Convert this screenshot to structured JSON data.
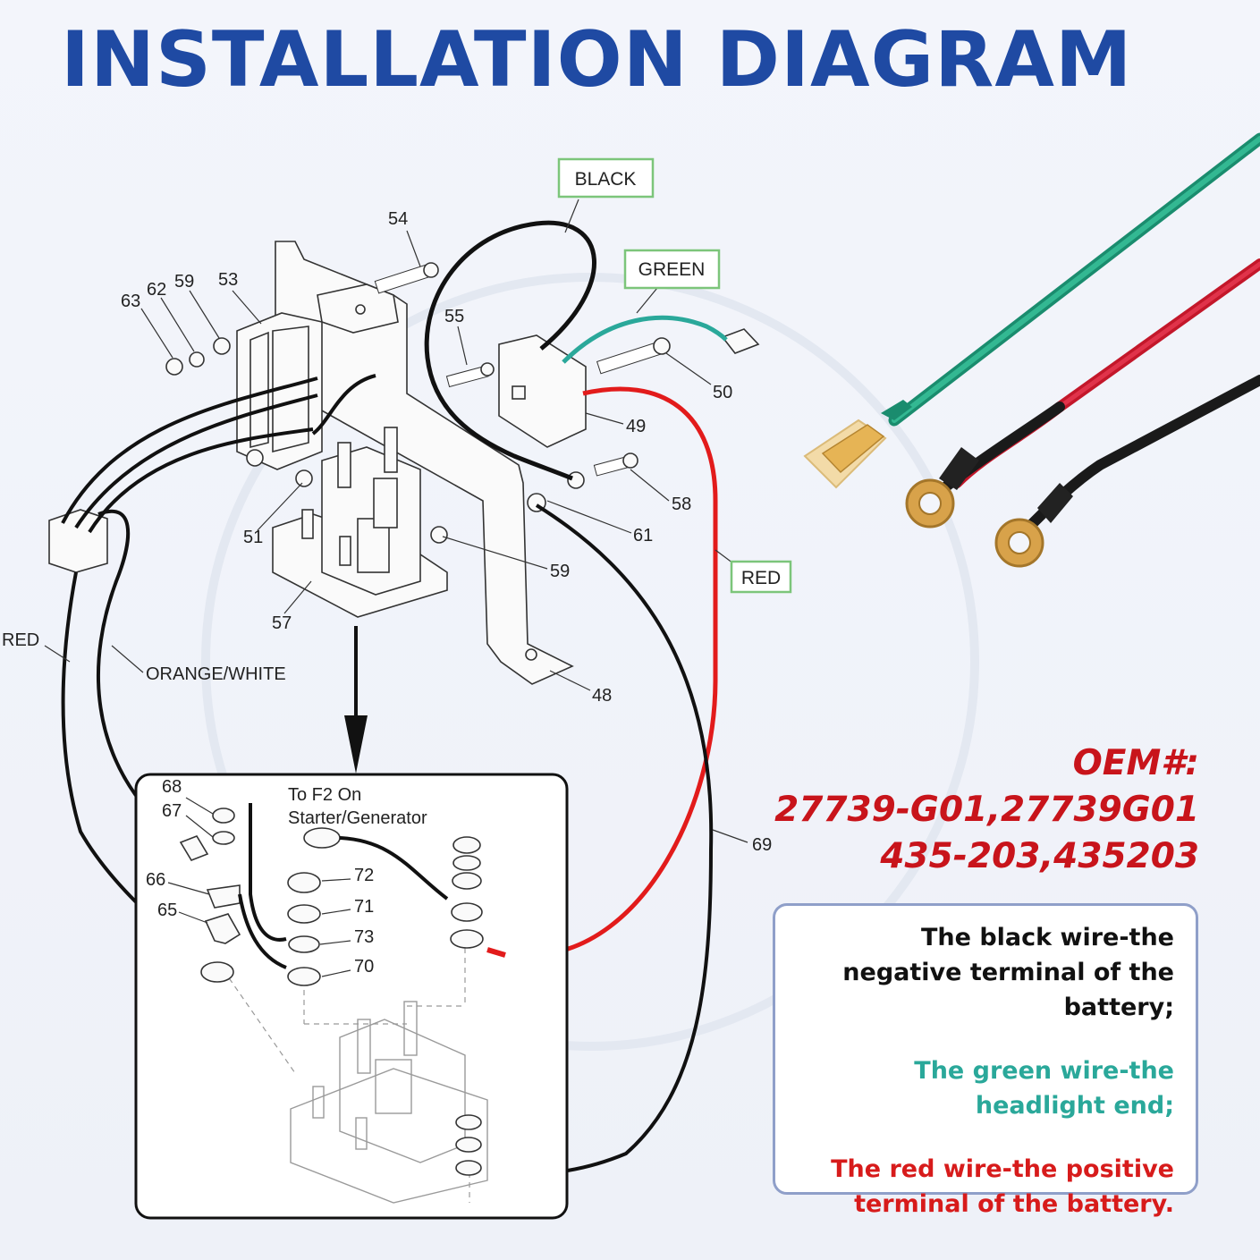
{
  "title": "INSTALLATION DIAGRAM",
  "wire_labels": {
    "black": "BLACK",
    "green": "GREEN",
    "red_right": "RED",
    "red_left": "RED",
    "orange_white": "ORANGE/WHITE"
  },
  "inset": {
    "caption_line1": "To F2 On",
    "caption_line2": "Starter/Generator"
  },
  "part_numbers": [
    "63",
    "62",
    "59",
    "53",
    "54",
    "55",
    "50",
    "49",
    "58",
    "61",
    "51",
    "59",
    "57",
    "48",
    "69",
    "68",
    "67",
    "66",
    "65",
    "72",
    "71",
    "73",
    "70"
  ],
  "oem": {
    "heading": "OEM#:",
    "line1": "27739-G01,27739G01",
    "line2": "435-203,435203"
  },
  "legend": {
    "black_text": "The black wire-the negative terminal of the battery;",
    "green_text": "The green wire-the headlight end;",
    "red_text": "The red wire-the positive terminal of the battery."
  },
  "colors": {
    "title": "#1f4aa3",
    "oem": "#c8141b",
    "green_wire": "#2aa89a",
    "red_wire": "#e21b1b",
    "black_wire": "#111111",
    "label_box_border": "#7cc57a"
  }
}
